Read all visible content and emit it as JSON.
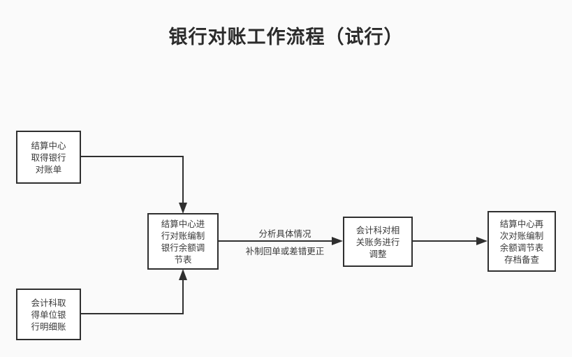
{
  "diagram": {
    "title": "银行对账工作流程（试行）",
    "nodes": [
      {
        "id": "source-bank",
        "label": "结算中心\n取得银行\n对账单"
      },
      {
        "id": "source-ledger",
        "label": "会计科取\n得单位银\n行明细账"
      },
      {
        "id": "reconcile",
        "label": "结算中心进\n行对账编制\n银行余额调\n节表"
      },
      {
        "id": "adjust",
        "label": "会计科对相\n关账务进行\n调整"
      },
      {
        "id": "archive",
        "label": "结算中心再\n次对账编制\n余额调节表\n存档备查"
      }
    ],
    "edge_labels": {
      "analyze": "分析具体情况",
      "correct": "补制回单或差错更正"
    },
    "colors": {
      "background": "#fafafa",
      "node_fill": "#ffffff",
      "node_border": "#2f2f2f",
      "text": "#3a3a3a",
      "title_text": "#2b2b2b",
      "connector": "#2f2f2f"
    }
  }
}
